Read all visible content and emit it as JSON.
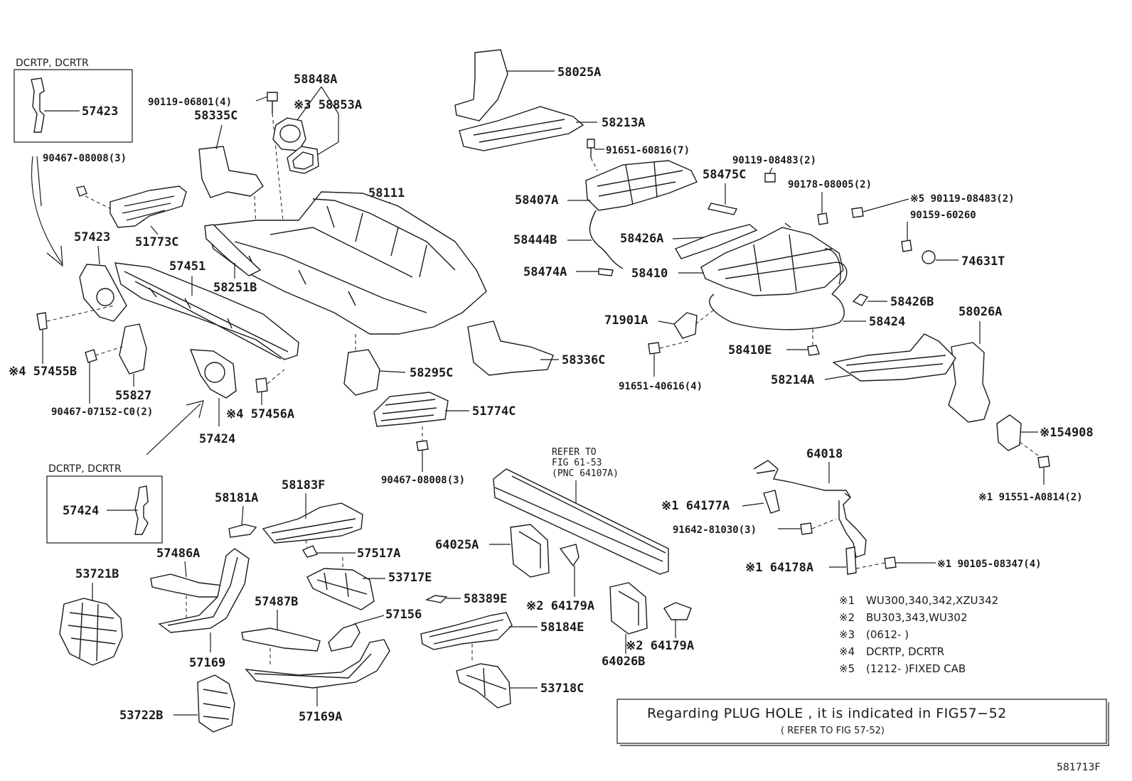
{
  "labels": {
    "p57423_inset": "57423",
    "p57424_inset": "57424",
    "p90467_08008_top": "90467-08008(3)",
    "p57423": "57423",
    "p51773C": "51773C",
    "p57451": "57451",
    "p57455B": "※4 57455B",
    "p55827": "55827",
    "p90467_07152": "90467-07152-C0(2)",
    "p57424": "57424",
    "p57456A": "※4 57456A",
    "p90119_06801": "90119-06801(4)",
    "p58335C": "58335C",
    "p58848A": "58848A",
    "p58853A": "※3 58853A",
    "p58111": "58111",
    "p58251B": "58251B",
    "p58295C": "58295C",
    "p58336C": "58336C",
    "p51774C": "51774C",
    "p90467_08008_bot": "90467-08008(3)",
    "p58025A": "58025A",
    "p58213A": "58213A",
    "p91651_60816": "91651-60816(7)",
    "p90119_08483a": "90119-08483(2)",
    "p58475C": "58475C",
    "p58407A": "58407A",
    "p90178_08005": "90178-08005(2)",
    "p90119_08483b": "※5 90119-08483(2)",
    "p90159_60260": "90159-60260",
    "p74631T": "74631T",
    "p58444B": "58444B",
    "p58426A": "58426A",
    "p58474A": "58474A",
    "p58410": "58410",
    "p58426B": "58426B",
    "p71901A": "71901A",
    "p58424": "58424",
    "p58026A": "58026A",
    "p58410E": "58410E",
    "p58214A": "58214A",
    "p91651_40616": "91651-40616(4)",
    "p154908": "※154908",
    "p91551_A0814": "※1 91551-A0814(2)",
    "p64018": "64018",
    "p64177A": "※1 64177A",
    "p91642_81030": "91642-81030(3)",
    "p64178A": "※1 64178A",
    "p90105_08347": "※1 90105-08347(4)",
    "p58181A": "58181A",
    "p58183F": "58183F",
    "p57486A": "57486A",
    "p57517A": "57517A",
    "p53717E": "53717E",
    "p53721B": "53721B",
    "p57487B": "57487B",
    "p57156": "57156",
    "p57169": "57169",
    "p57169A": "57169A",
    "p53722B": "53722B",
    "p58389E": "58389E",
    "p58184E": "58184E",
    "p53718C": "53718C",
    "p64025A": "64025A",
    "p64179A_a": "※2 64179A",
    "p64179A_b": "※2 64179A",
    "p64026B": "64026B"
  },
  "insets": {
    "top_header": "DCRTP, DCRTR",
    "bottom_header": "DCRTP, DCRTR"
  },
  "refer": {
    "line1": "REFER TO",
    "line2": "FIG 61-53",
    "line3": "(PNC 64107A)"
  },
  "notes": [
    {
      "mark": "※1",
      "text": "WU300,340,342,XZU342"
    },
    {
      "mark": "※2",
      "text": "BU303,343,WU302"
    },
    {
      "mark": "※3",
      "text": "(0612-    )"
    },
    {
      "mark": "※4",
      "text": "DCRTP, DCRTR"
    },
    {
      "mark": "※5",
      "text": "(1212-      )FIXED CAB"
    }
  ],
  "plug_box": {
    "main": "Regarding PLUG HOLE , it is indicated in FIG57−52",
    "sub": "( REFER TO FIG 57-52)"
  },
  "figure_id": "581713F"
}
